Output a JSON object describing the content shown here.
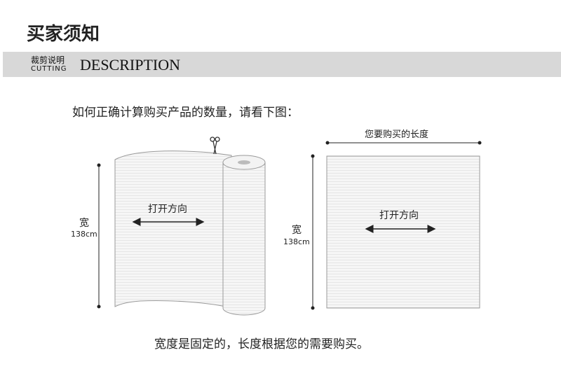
{
  "header": {
    "title": "买家须知",
    "banner_cn": "裁剪说明",
    "banner_en": "CUTTING",
    "banner_desc": "DESCRIPTION"
  },
  "intro": {
    "question": "如何正确计算购买产品的数量，请看下图："
  },
  "diagram_roll": {
    "direction_label": "打开方向",
    "width_label": "宽",
    "width_value": "138cm",
    "icon": "scissors-icon"
  },
  "diagram_sheet": {
    "length_label": "您要购买的长度",
    "direction_label": "打开方向",
    "width_label": "宽",
    "width_value": "138cm"
  },
  "footer": {
    "note": "宽度是固定的，长度根据您的需要购买。"
  }
}
